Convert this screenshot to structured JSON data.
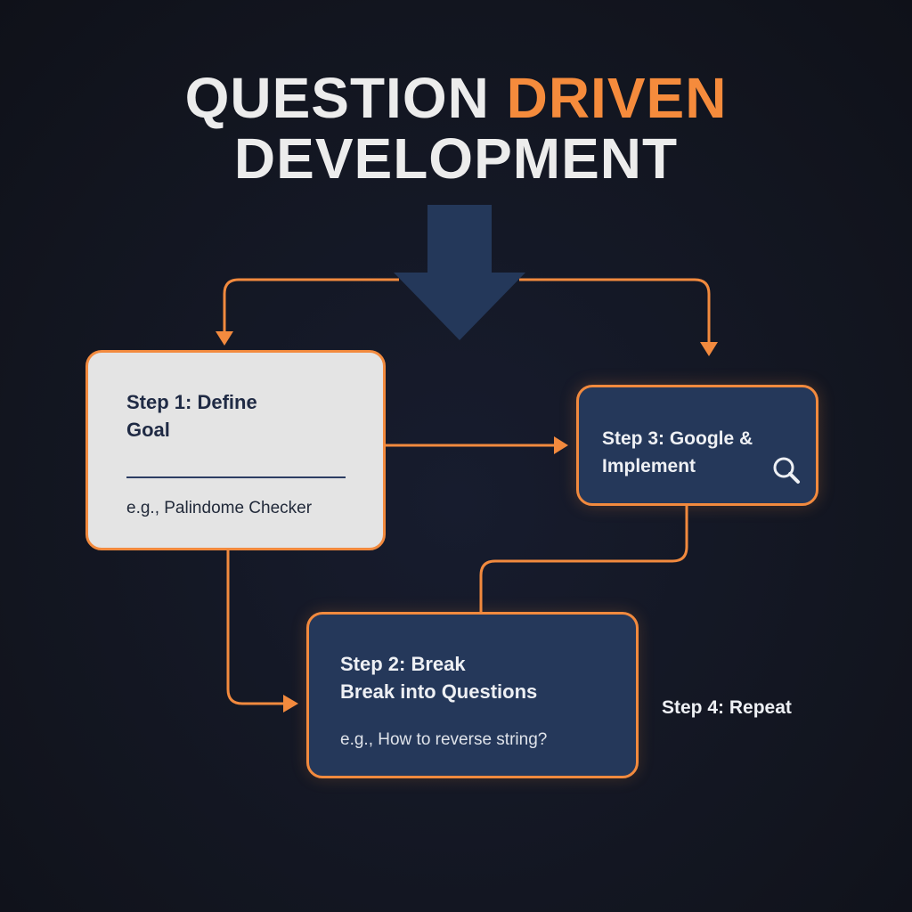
{
  "title": {
    "line1_plain": "QUESTION",
    "line1_accent": "DRIVEN",
    "line2": "DEVELOPMENT"
  },
  "colors": {
    "background": "#131726",
    "accent": "#f58b3c",
    "box_dark": "#25385a",
    "box_light": "#e4e4e4",
    "big_arrow": "#24385a"
  },
  "steps": {
    "step1": {
      "title_line1": "Step 1: Define",
      "title_line2": "Goal",
      "example": "e.g., Palindome Checker"
    },
    "step2": {
      "title_line1": "Step 2: Break",
      "title_line2": "Break into Questions",
      "example": "e.g., How to reverse string?"
    },
    "step3": {
      "title_line1": "Step 3: Google &",
      "title_line2": "Implement",
      "icon": "search-icon"
    },
    "step4": {
      "label": "Step 4: Repeat"
    }
  }
}
